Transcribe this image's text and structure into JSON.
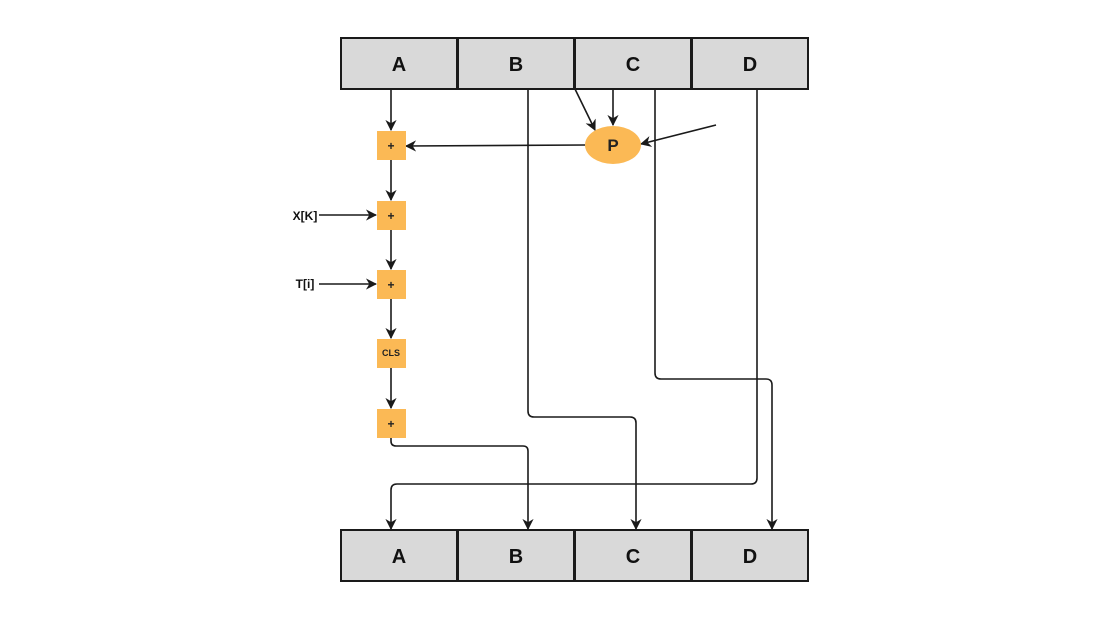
{
  "diagram": {
    "top_row": {
      "cells": [
        {
          "label": "A"
        },
        {
          "label": "B"
        },
        {
          "label": "C"
        },
        {
          "label": "D"
        }
      ]
    },
    "bottom_row": {
      "cells": [
        {
          "label": "A"
        },
        {
          "label": "B"
        },
        {
          "label": "C"
        },
        {
          "label": "D"
        }
      ]
    },
    "pool_node": {
      "label": "P"
    },
    "ops": [
      {
        "label": "+"
      },
      {
        "label": "+"
      },
      {
        "label": "+"
      },
      {
        "label": "CLS"
      },
      {
        "label": "+"
      }
    ],
    "side_inputs": [
      {
        "label": "X[K]"
      },
      {
        "label": "T[i]"
      }
    ],
    "colors": {
      "cell_fill": "#d9d9d9",
      "op_fill": "#fbb955",
      "line": "#1a1a1a"
    }
  }
}
